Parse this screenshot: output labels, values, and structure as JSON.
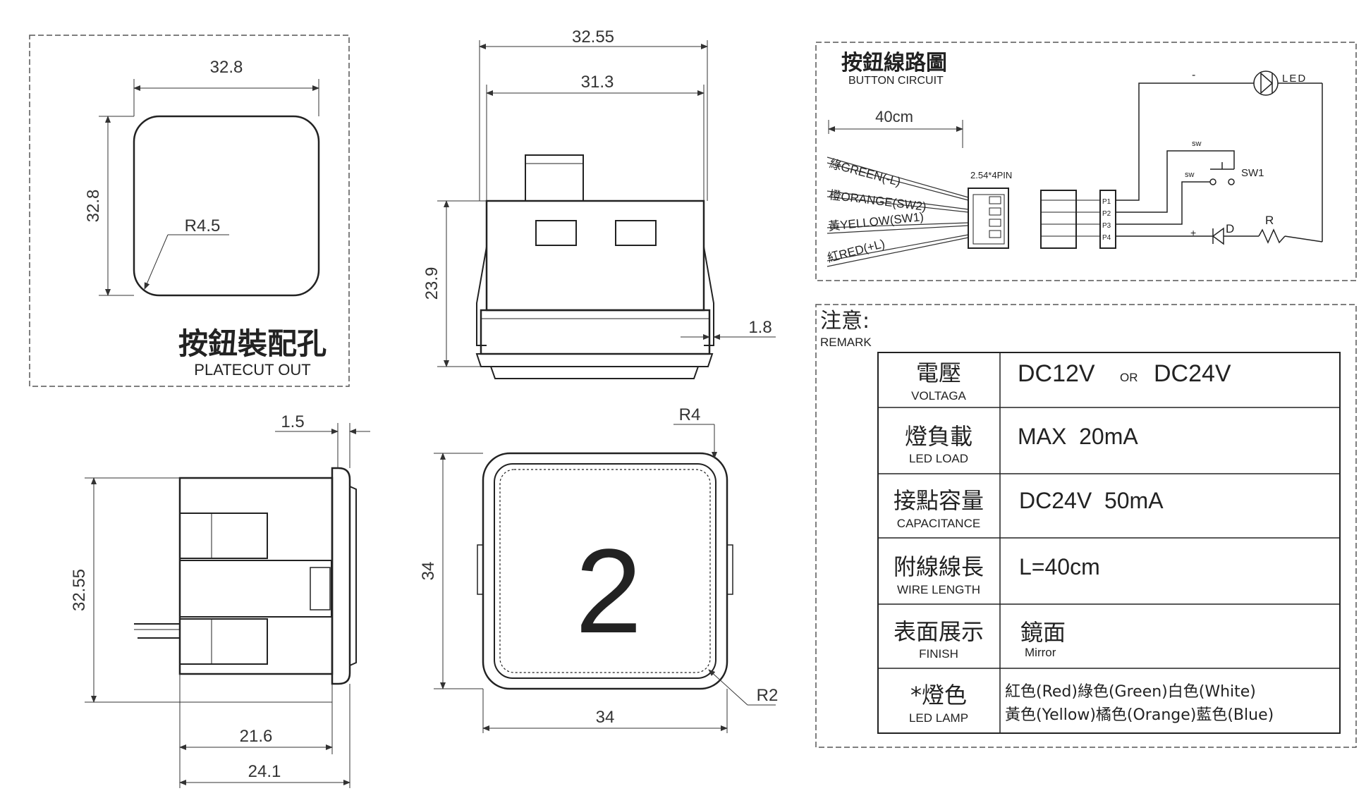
{
  "plate": {
    "width_dim": "32.8",
    "height_dim": "32.8",
    "radius": "R4.5",
    "title_zh": "按鈕裝配孔",
    "title_en": "PLATECUT OUT"
  },
  "side_view": {
    "outer_width": "32.55",
    "inner_width": "31.3",
    "height": "23.9",
    "flange": "1.8"
  },
  "back_view": {
    "flange": "1.5",
    "height": "32.55",
    "depth_inner": "21.6",
    "depth_outer": "24.1"
  },
  "front_view": {
    "corner_outer": "R4",
    "height": "34",
    "width": "34",
    "corner_inner": "R2",
    "digit": "2"
  },
  "circuit": {
    "title_zh": "按鈕線路圖",
    "title_en": "BUTTON CIRCUIT",
    "wire_length": "40cm",
    "connector": "2.54*4PIN",
    "wires": [
      "綠GREEN(-L)",
      "橙ORANGE(SW2)",
      "黃YELLOW(SW1)",
      "紅RED(+L)"
    ],
    "pins": [
      "P1",
      "P2",
      "P3",
      "P4"
    ],
    "minus": "-",
    "plus": "+",
    "led": "LED",
    "sw_a": "sw",
    "sw_b": "sw",
    "sw1": "SW1",
    "diode": "D",
    "resistor": "R"
  },
  "remark": {
    "title_zh": "注意:",
    "title_en": "REMARK",
    "rows": [
      {
        "zh": "電壓",
        "en": "VOLTAGA",
        "value": "DC12V",
        "value_or": "OR",
        "value2": "DC24V"
      },
      {
        "zh": "燈負載",
        "en": "LED LOAD",
        "value": "MAX  20mA"
      },
      {
        "zh": "接點容量",
        "en": "CAPACITANCE",
        "value": "DC24V  50mA"
      },
      {
        "zh": "附線線長",
        "en": "WIRE LENGTH",
        "value": "L=40cm"
      },
      {
        "zh": "表面展示",
        "en": "FINISH",
        "value": "鏡面",
        "value_sub": "Mirror"
      },
      {
        "zh": "*燈色",
        "en": "LED LAMP",
        "value_line1": "紅色(Red)綠色(Green)白色(White)",
        "value_line2": "黃色(Yellow)橘色(Orange)藍色(Blue)"
      }
    ]
  }
}
